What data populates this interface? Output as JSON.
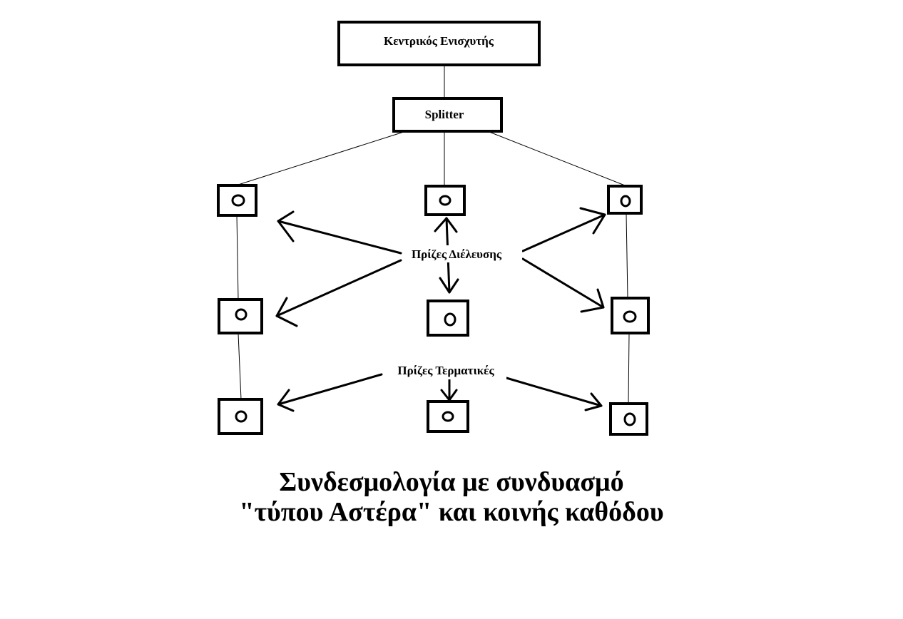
{
  "diagram": {
    "nodes": {
      "amplifier": "Κεντρικός Ενισχυτής",
      "splitter": "Splitter"
    },
    "outlets": {
      "passthrough_label": "Πρίζες Διέλευσης",
      "terminal_label": "Πρίζες Τερματικές",
      "count": 9
    },
    "caption": {
      "line1": "Συνδεσμολογία με συνδυασμό",
      "line2": "\"τύπου Αστέρα\" και κοινής καθόδου"
    },
    "colors": {
      "stroke": "#000000",
      "background": "#ffffff"
    }
  }
}
